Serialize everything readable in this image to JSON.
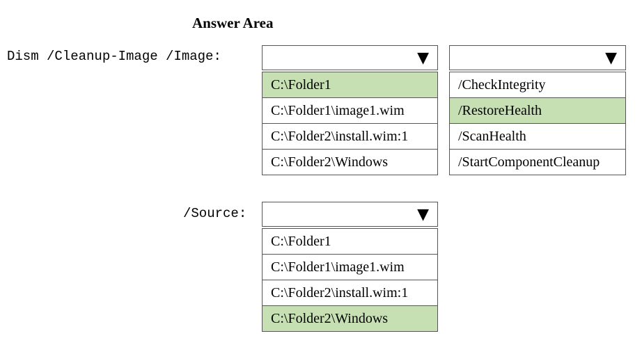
{
  "title": "Answer Area",
  "labels": {
    "image": "Dism /Cleanup-Image /Image:",
    "source": "/Source:"
  },
  "icons": {
    "dropdown_arrow": "▼"
  },
  "colors": {
    "selected": "#c6e0b4"
  },
  "dropdowns": {
    "image": {
      "value": "",
      "options": [
        "C:\\Folder1",
        "C:\\Folder1\\image1.wim",
        "C:\\Folder2\\install.wim:1",
        "C:\\Folder2\\Windows"
      ],
      "selected_index": 0
    },
    "action": {
      "value": "",
      "options": [
        "/CheckIntegrity",
        "/RestoreHealth",
        "/ScanHealth",
        "/StartComponentCleanup"
      ],
      "selected_index": 1
    },
    "source": {
      "value": "",
      "options": [
        "C:\\Folder1",
        "C:\\Folder1\\image1.wim",
        "C:\\Folder2\\install.wim:1",
        "C:\\Folder2\\Windows"
      ],
      "selected_index": 3
    }
  }
}
